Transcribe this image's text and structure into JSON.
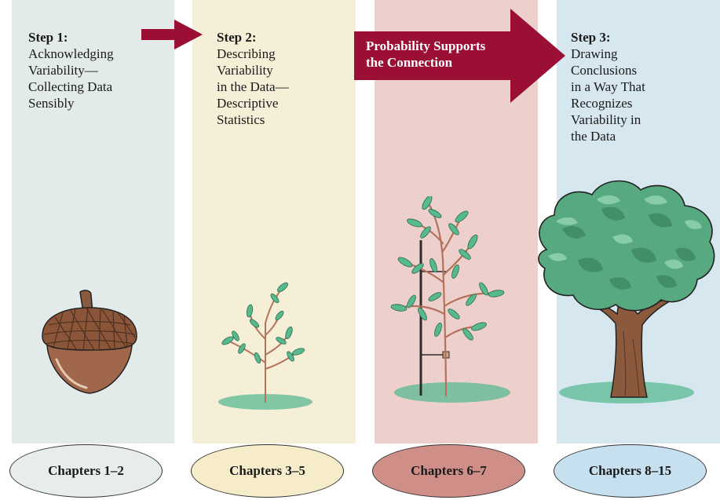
{
  "colors": {
    "panel1": "#e3eaea",
    "panel2": "#f6efd8",
    "panel3": "#edd0cb",
    "panel4": "#d6e7f0",
    "arrow": "#9b0f35",
    "ellipse1": "#e7ecec",
    "ellipse2": "#f6ecc9",
    "ellipse3": "#cf8f88",
    "ellipse4": "#c7e0f0",
    "leaf": "#57b98d",
    "trunk": "#8b5a3c"
  },
  "steps": [
    {
      "label": "Step 1:",
      "description": "Acknowledging\nVariability—\nCollecting Data\nSensibly"
    },
    {
      "label": "Step 2:",
      "description": "Describing\nVariability\nin the Data—\nDescriptive\nStatistics"
    },
    {
      "label": "Step 3:",
      "description": "Drawing\nConclusions\nin a Way That\nRecognizes\nVariability in\nthe Data"
    }
  ],
  "connector": {
    "label": "Probability Supports\nthe Connection"
  },
  "chapters": [
    "Chapters 1–2",
    "Chapters 3–5",
    "Chapters 6–7",
    "Chapters 8–15"
  ],
  "icons": [
    "acorn-icon",
    "seedling-icon",
    "staked-sapling-icon",
    "oak-tree-icon"
  ]
}
